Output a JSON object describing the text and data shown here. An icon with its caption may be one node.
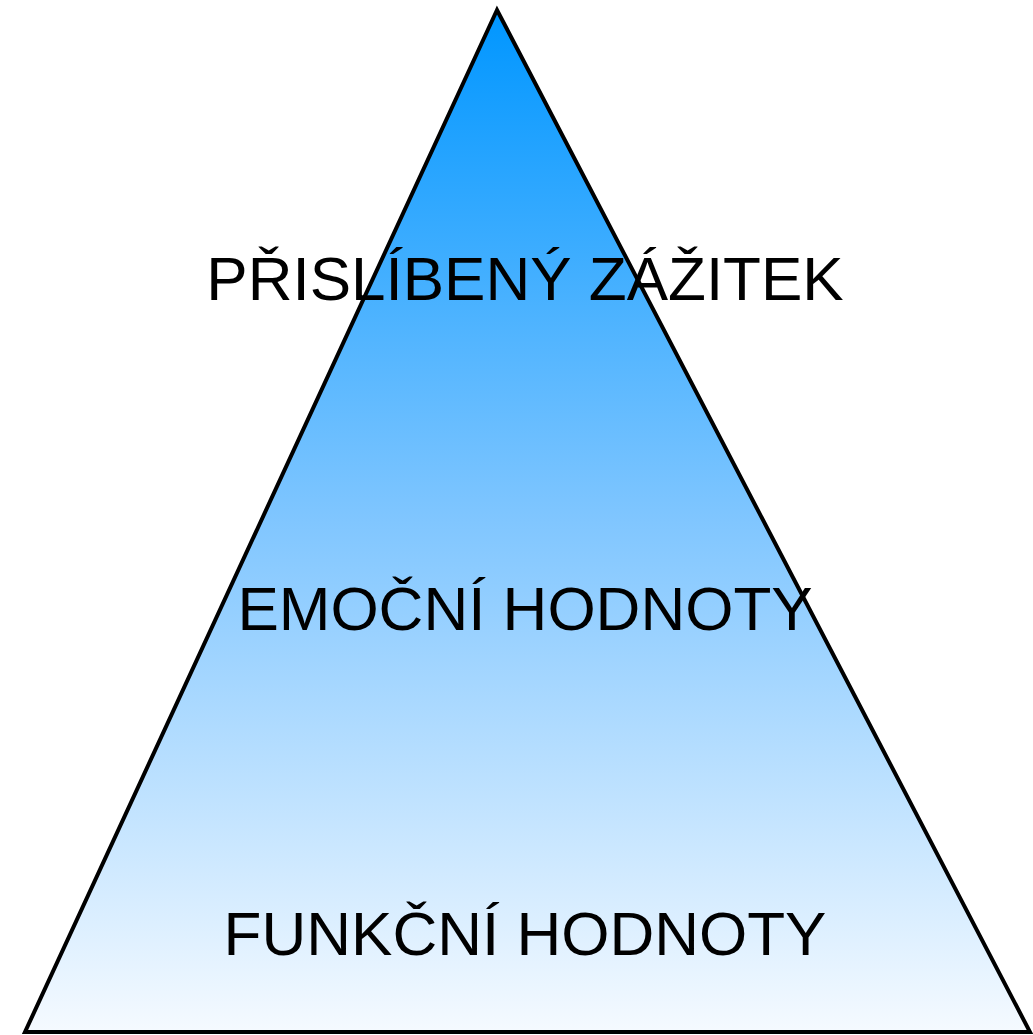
{
  "diagram": {
    "nodes": [
      {
        "text": [
          "PŘISLÍBENÝ ZÁŽITEK",
          "EMOČNÍ HODNOTY",
          "FUNKČNÍ HODNOTY"
        ]
      }
    ]
  }
}
